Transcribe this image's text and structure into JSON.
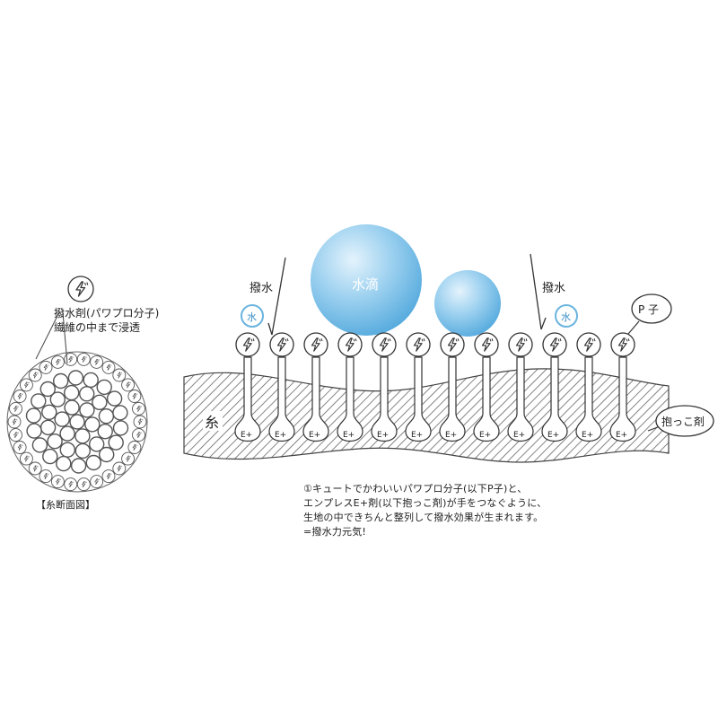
{
  "labels": {
    "agent_name": "撥水剤(パワプロ分子)",
    "agent_penetration": "繊維の中まで浸透",
    "cross_section_caption": "【糸断面図】",
    "repel_left": "撥水",
    "repel_right": "撥水",
    "water_left": "水",
    "water_right": "水",
    "water_drop": "水滴",
    "p_molecule": "P 子",
    "thread": "糸",
    "binder": "抱っこ剤",
    "e_plus": "E+"
  },
  "description": {
    "lines": [
      "①キュートでかわいいパワプロ分子(以下P子)と、",
      "エンプレスE+剤(以下抱っこ剤)が手をつなぐように、",
      "生地の中できちんと整列して撥水効果が生まれます。",
      "=撥水力元気!"
    ]
  },
  "colors": {
    "drop_fill": "#5fb2e0",
    "drop_light": "#d4ecf9",
    "water_circle": "#6ab4df",
    "hatch": "#555555",
    "outline": "#333333"
  }
}
